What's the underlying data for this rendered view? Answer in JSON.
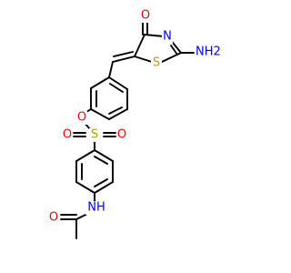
{
  "colors": {
    "bond": "#000000",
    "oxygen": "#ff0000",
    "nitrogen": "#0000ff",
    "sulfur": "#b3a100",
    "background": "#ffffff"
  },
  "atoms": [
    {
      "id": "oxo-oxygen",
      "label": "O",
      "element": "oxygen"
    },
    {
      "id": "ring-nitrogen",
      "label": "N",
      "element": "nitrogen"
    },
    {
      "id": "amino-group",
      "label": "NH2",
      "element": "nitrogen"
    },
    {
      "id": "thiazole-sulfur",
      "label": "S",
      "element": "sulfur"
    },
    {
      "id": "ester-oxygen",
      "label": "O",
      "element": "oxygen"
    },
    {
      "id": "sulfonyl-sulfur",
      "label": "S",
      "element": "sulfur"
    },
    {
      "id": "sulfonyl-oxygen-left",
      "label": "O",
      "element": "oxygen"
    },
    {
      "id": "sulfonyl-oxygen-right",
      "label": "O",
      "element": "oxygen"
    },
    {
      "id": "amide-nitrogen",
      "label": "NH",
      "element": "nitrogen"
    },
    {
      "id": "amide-oxygen",
      "label": "O",
      "element": "oxygen"
    }
  ]
}
